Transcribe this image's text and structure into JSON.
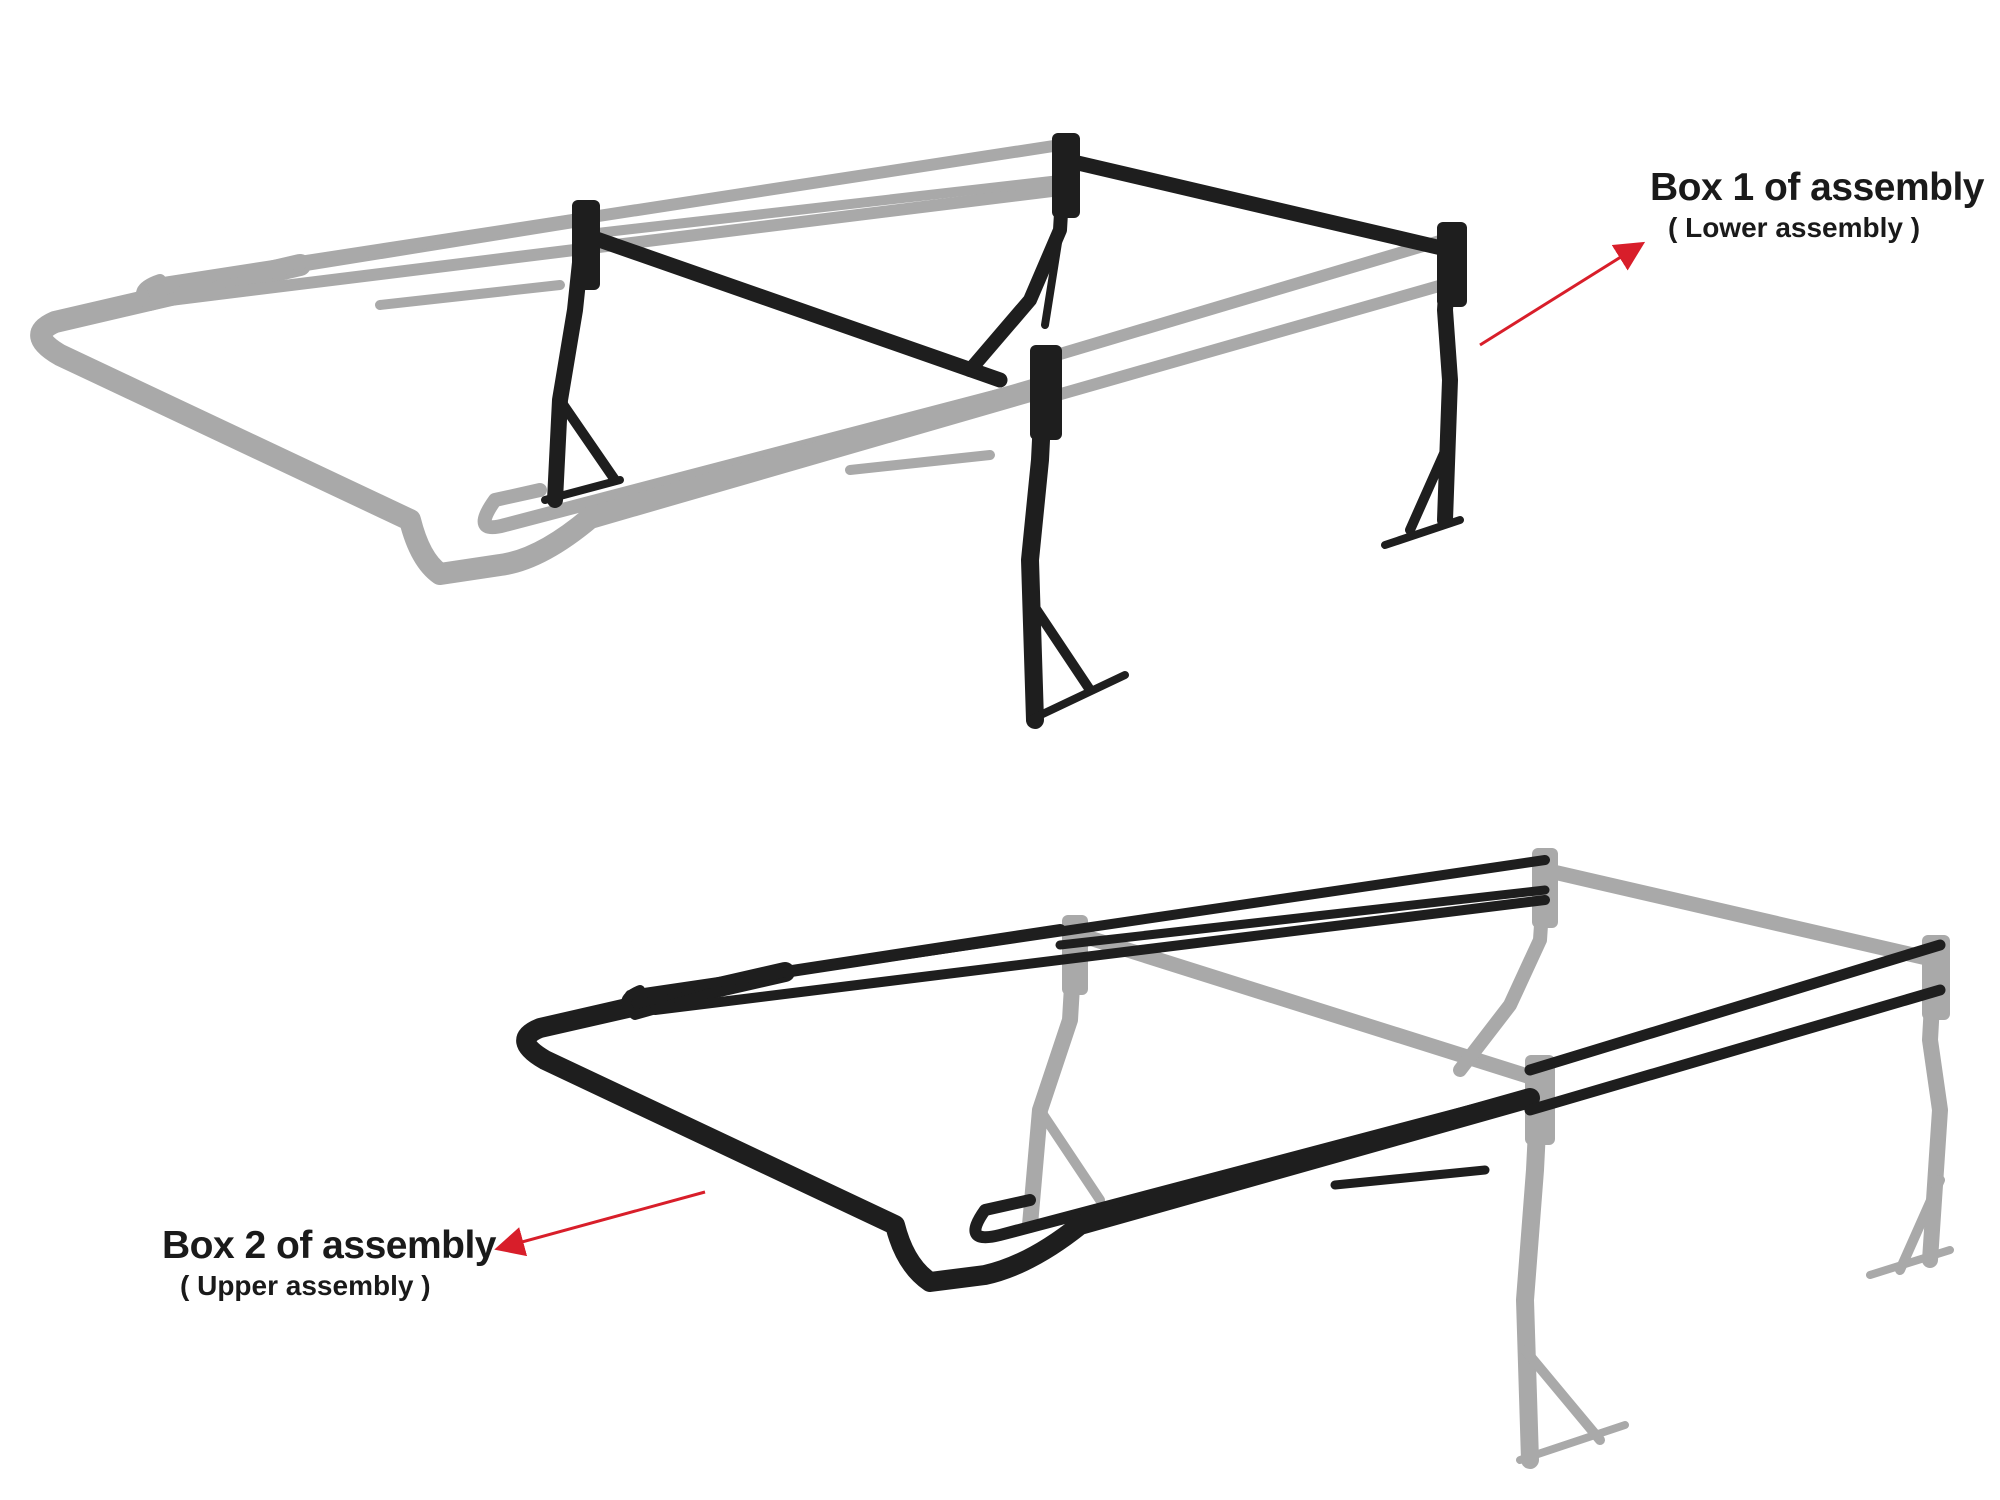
{
  "callouts": {
    "box1": {
      "title": "Box 1 of assembly",
      "subtitle": "( Lower assembly )"
    },
    "box2": {
      "title": "Box 2 of assembly",
      "subtitle": "( Upper assembly )"
    }
  },
  "colors": {
    "highlight_part": "#1e1e1e",
    "context_part": "#a9a9a9",
    "arrow": "#d81e2a",
    "text": "#1a1a1a"
  }
}
